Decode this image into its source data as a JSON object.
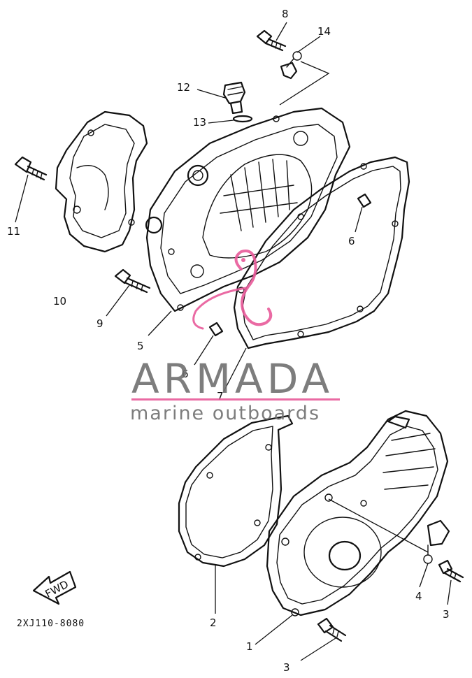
{
  "diagram": {
    "part_numbers": {
      "p1": "1",
      "p2": "2",
      "p3a": "3",
      "p3b": "3",
      "p4": "4",
      "p5": "5",
      "p6a": "6",
      "p6b": "6",
      "p7": "7",
      "p8": "8",
      "p9": "9",
      "p10": "10",
      "p11": "11",
      "p12": "12",
      "p13": "13",
      "p14": "14"
    },
    "fwd_label": "FWD",
    "drawing_code": "2XJ110-8080"
  },
  "watermark": {
    "brand": "ARMADA",
    "tagline": "marine outboards",
    "colors": {
      "text": "#6f6f6f",
      "accent": "#e85a9a"
    }
  }
}
